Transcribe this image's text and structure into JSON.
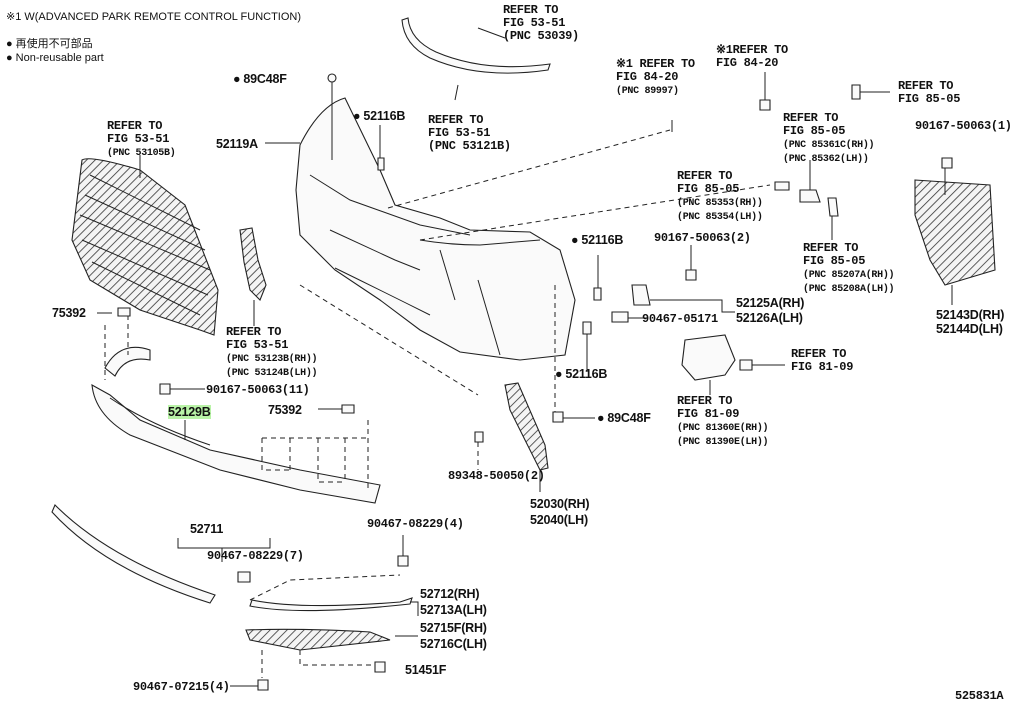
{
  "header": {
    "line1": "※1 W(ADVANCED PARK REMOTE CONTROL FUNCTION)",
    "line2": "再使用不可部品",
    "line3": "Non-reusable part"
  },
  "labels": {
    "ref_53039": {
      "a": "REFER TO",
      "b": "FIG 53-51",
      "c": "(PNC 53039)"
    },
    "ref_53121b": {
      "a": "REFER TO",
      "b": "FIG 53-51",
      "c": "(PNC 53121B)"
    },
    "ref_53105b": {
      "a": "REFER TO",
      "b": "FIG 53-51",
      "c": "(PNC 53105B)"
    },
    "ref_53123b": {
      "a": "REFER TO",
      "b": "FIG 53-51",
      "c": "(PNC 53123B(RH))",
      "d": "(PNC 53124B(LH))"
    },
    "ref_89997": {
      "a": "※1 REFER TO",
      "b": "FIG 84-20",
      "c": "(PNC 89997)"
    },
    "ref_84_20": {
      "a": "※1REFER TO",
      "b": "FIG 84-20"
    },
    "ref_85_05_top": {
      "a": "REFER TO",
      "b": "FIG 85-05"
    },
    "ref_85361c": {
      "a": "REFER TO",
      "b": "FIG 85-05",
      "c": "(PNC 85361C(RH))",
      "d": "(PNC 85362(LH))"
    },
    "ref_85353": {
      "a": "REFER TO",
      "b": "FIG 85-05",
      "c": "(PNC 85353(RH))",
      "d": "(PNC 85354(LH))"
    },
    "ref_85207a": {
      "a": "REFER TO",
      "b": "FIG 85-05",
      "c": "(PNC 85207A(RH))",
      "d": "(PNC 85208A(LH))"
    },
    "ref_81_09": {
      "a": "REFER TO",
      "b": "FIG 81-09"
    },
    "ref_81360e": {
      "a": "REFER TO",
      "b": "FIG 81-09",
      "c": "(PNC 81360E(RH))",
      "d": "(PNC 81390E(LH))"
    }
  },
  "parts": {
    "p89c48f_top": "89C48F",
    "p52116b_top": "52116B",
    "p52119a": "52119A",
    "p52116b_mid": "52116B",
    "p52116b_low": "52116B",
    "p89c48f_low": "89C48F",
    "p90167_50063_2": "90167-50063(2)",
    "p90167_50063_1": "90167-50063(1)",
    "p52125a": "52125A(RH)",
    "p52126a": "52126A(LH)",
    "p90467_05171": "90467-05171",
    "p52143d": "52143D(RH)",
    "p52144d": "52144D(LH)",
    "p75392_a": "75392",
    "p75392_b": "75392",
    "p90167_50063_11": "90167-50063(11)",
    "p52129b": "52129B",
    "p89348_50050": "89348-50050(2)",
    "p52030": "52030(RH)",
    "p52040": "52040(LH)",
    "p52711": "52711",
    "p90467_08229_7": "90467-08229(7)",
    "p90467_08229_4": "90467-08229(4)",
    "p52712": "52712(RH)",
    "p52713a": "52713A(LH)",
    "p52715f": "52715F(RH)",
    "p52716c": "52716C(LH)",
    "p51451f": "51451F",
    "p90467_07215": "90467-07215(4)"
  },
  "footer": {
    "code": "525831A"
  }
}
